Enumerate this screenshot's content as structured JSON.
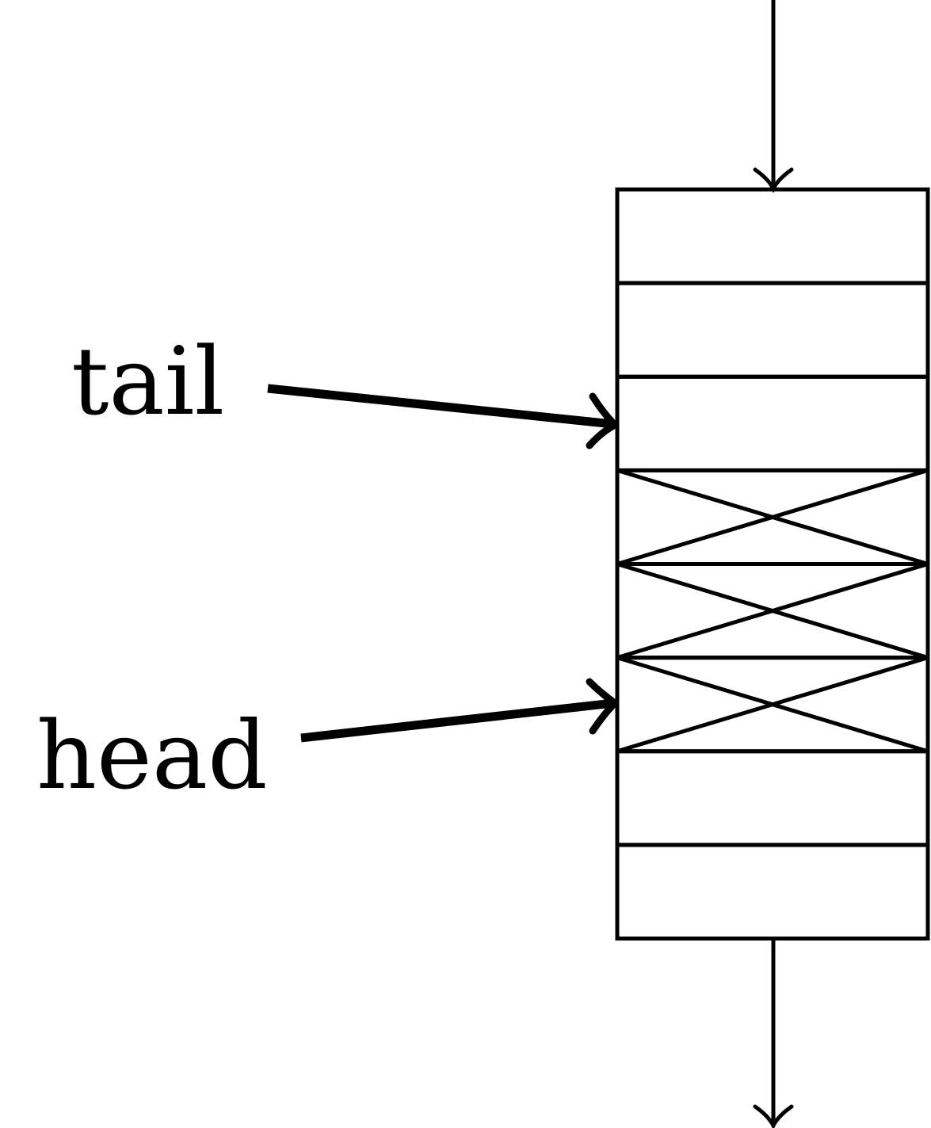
{
  "diagram": {
    "labels": {
      "tail": "tail",
      "head": "head"
    },
    "queue": {
      "slot_count": 8,
      "slot_states": [
        "empty",
        "empty",
        "empty",
        "filled",
        "filled",
        "filled",
        "empty",
        "empty"
      ],
      "tail_slot": 3,
      "head_slot": 6
    },
    "colors": {
      "stroke": "#000000",
      "background": "#ffffff"
    }
  }
}
